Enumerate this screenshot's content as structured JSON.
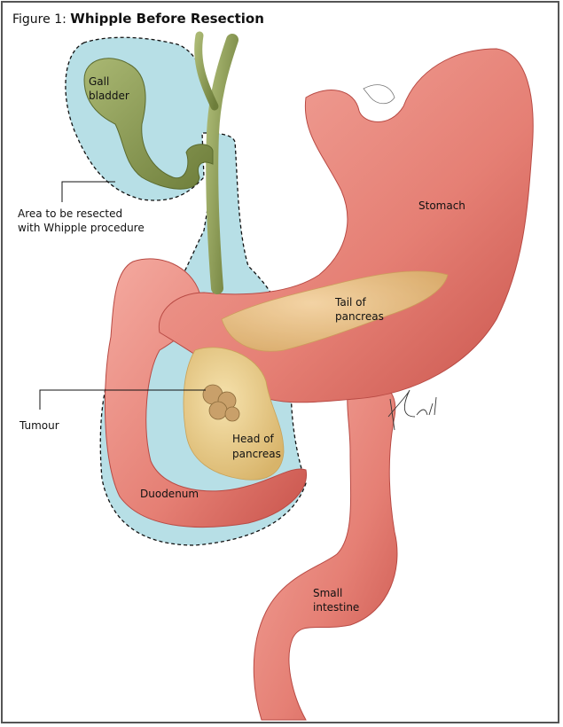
{
  "figure": {
    "number_label": "Figure 1:",
    "title": "Whipple Before Resection"
  },
  "labels": {
    "gall_bladder": [
      "Gall",
      "bladder"
    ],
    "stomach": "Stomach",
    "resection_area": [
      "Area to be resected",
      "with Whipple procedure"
    ],
    "tail_of_pancreas": [
      "Tail of",
      "pancreas"
    ],
    "tumour": "Tumour",
    "head_of_pancreas": [
      "Head of",
      "pancreas"
    ],
    "duodenum": "Duodenum",
    "small_intestine": [
      "Small",
      "intestine"
    ]
  },
  "signature": "K Rowsell",
  "colors": {
    "resection_area": "#b7dfe6",
    "organ_pink": "#e8837a",
    "gall_green": "#8a9a55",
    "pancreas_yellow": "#ecd08f"
  }
}
